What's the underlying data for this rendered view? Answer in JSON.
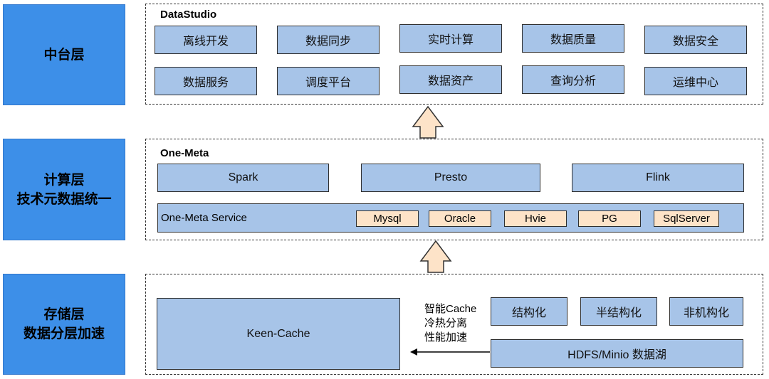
{
  "layers": [
    {
      "label": "中台层"
    },
    {
      "label_line1": "计算层",
      "label_line2": "技术元数据统一"
    },
    {
      "label_line1": "存储层",
      "label_line2": "数据分层加速"
    }
  ],
  "top": {
    "title": "DataStudio",
    "row1": [
      "离线开发",
      "数据同步",
      "实时计算",
      "数据质量",
      "数据安全"
    ],
    "row2": [
      "数据服务",
      "调度平台",
      "数据资产",
      "查询分析",
      "运维中心"
    ]
  },
  "middle": {
    "title": "One-Meta",
    "engines": [
      "Spark",
      "Presto",
      "Flink"
    ],
    "service_label": "One-Meta Service",
    "databases": [
      "Mysql",
      "Oracle",
      "Hvie",
      "PG",
      "SqlServer"
    ]
  },
  "bottom": {
    "cache": "Keen-Cache",
    "note": [
      "智能Cache",
      "冷热分离",
      "性能加速"
    ],
    "types": [
      "结构化",
      "半结构化",
      "非机构化"
    ],
    "lake": "HDFS/Minio 数据湖"
  },
  "colors": {
    "layer_fill": "#3d8fe8",
    "box_fill": "#a7c4e8",
    "db_fill": "#fde3c8",
    "arrow_fill": "#fde3c8"
  }
}
